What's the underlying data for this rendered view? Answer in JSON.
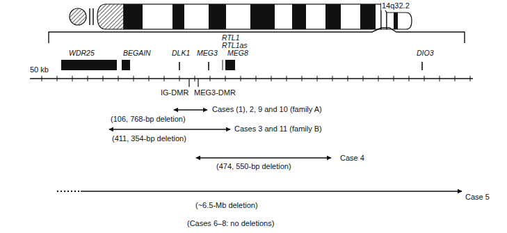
{
  "diagram": {
    "labels": [
      "14q32.2",
      "RTL1",
      "RTL1as",
      "WDR25",
      "BEGAIN",
      "DLK1",
      "MEG3",
      "MEG8",
      "50 kb",
      "DIO3",
      "IG-DMR",
      "MEG3-DMR",
      "Cases (1), 2, 9 and 10 (family A)",
      "(106, 768-bp deletion)",
      "Cases 3 and 11 (family B)",
      "(411, 354-bp deletion)",
      "Case 4",
      "(474, 550-bp deletion)",
      "(~6.5-Mb deletion)",
      "Case 5",
      "(Cases 6–8: no deletions)"
    ]
  }
}
